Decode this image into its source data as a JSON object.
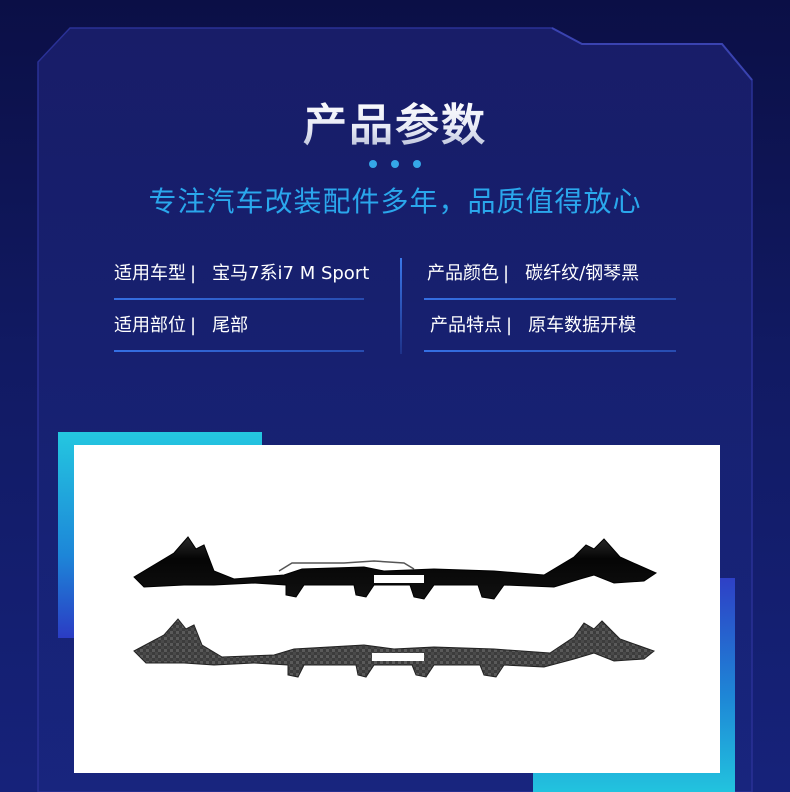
{
  "heading": {
    "title": "产品参数",
    "subtitle": "专注汽车改装配件多年，品质值得放心"
  },
  "specs": [
    {
      "key": "适用车型",
      "sep": "|",
      "value": "宝马7系i7 M Sport"
    },
    {
      "key": "产品颜色",
      "sep": "|",
      "value": "碳纤纹/钢琴黑"
    },
    {
      "key": "适用部位",
      "sep": "|",
      "value": "尾部"
    },
    {
      "key": "产品特点",
      "sep": "|",
      "value": "原车数据开模"
    }
  ],
  "colors": {
    "background": "#111a63",
    "accent_cyan": "#24c7e0",
    "accent_blue": "#2aa7ec",
    "photo_bg": "#ffffff"
  },
  "product_image": {
    "items": [
      "gloss-black-rear-diffuser",
      "carbon-fiber-rear-diffuser"
    ]
  }
}
